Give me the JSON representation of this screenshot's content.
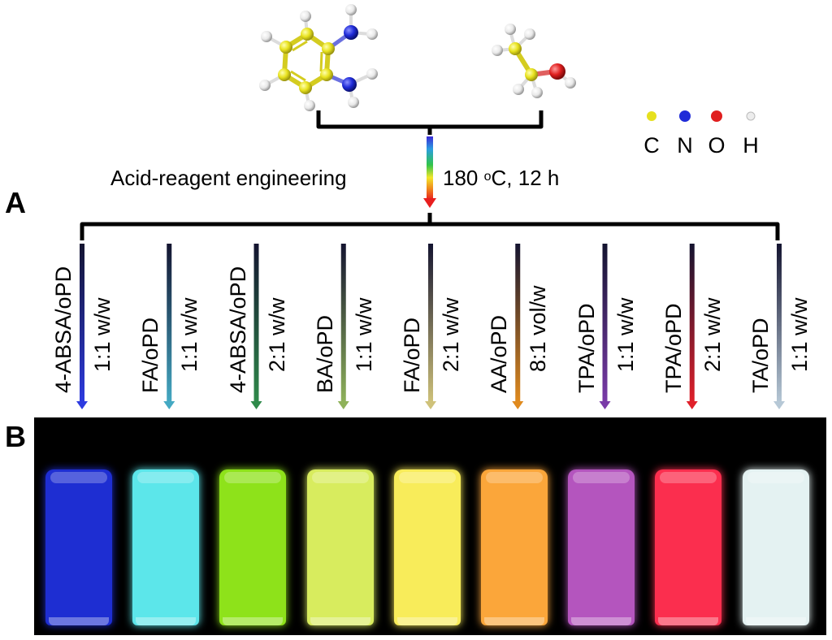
{
  "panel_labels": {
    "a": "A",
    "b": "B"
  },
  "reaction": {
    "left_label": "Acid-reagent engineering",
    "condition_temp": "180 ",
    "condition_sup": "o",
    "condition_rest": "C, 12 h",
    "arrow_gradient": [
      "#3b2bd6",
      "#2b9de0",
      "#31c44a",
      "#f2e62a",
      "#f08a1c",
      "#e81e1e"
    ]
  },
  "legend": {
    "items": [
      {
        "label": "C",
        "color": "#e6e01e"
      },
      {
        "label": "N",
        "color": "#1f2bd8"
      },
      {
        "label": "O",
        "color": "#e01e1e"
      },
      {
        "label": "H",
        "color": "#ededed"
      }
    ]
  },
  "conditions": [
    {
      "reagent": "4-ABSA/oPD",
      "ratio": "1:1 w/w",
      "color": "#2d3be0"
    },
    {
      "reagent": "FA/oPD",
      "ratio": "1:1 w/w",
      "color": "#44a9c3"
    },
    {
      "reagent": "4-ABSA/oPD",
      "ratio": "2:1 w/w",
      "color": "#2f8a4a"
    },
    {
      "reagent": "BA/oPD",
      "ratio": "1:1 w/w",
      "color": "#8fb25a"
    },
    {
      "reagent": "FA/oPD",
      "ratio": "2:1 w/w",
      "color": "#cfc27a"
    },
    {
      "reagent": "AA/oPD",
      "ratio": "8:1 vol/w",
      "color": "#e08a1e"
    },
    {
      "reagent": "TPA/oPD",
      "ratio": "1:1 w/w",
      "color": "#7a3ba8"
    },
    {
      "reagent": "TPA/oPD",
      "ratio": "2:1 w/w",
      "color": "#e0202a"
    },
    {
      "reagent": "TA/oPD",
      "ratio": "1:1 w/w",
      "color": "#b6c8d6"
    }
  ],
  "vials": [
    {
      "color": "#1e2ed2"
    },
    {
      "color": "#5ce6ea"
    },
    {
      "color": "#8ee21a"
    },
    {
      "color": "#d8ec5e"
    },
    {
      "color": "#f8ec5a"
    },
    {
      "color": "#fba63a"
    },
    {
      "color": "#b455be"
    },
    {
      "color": "#fb2e4e"
    },
    {
      "color": "#e4f2f2"
    }
  ]
}
